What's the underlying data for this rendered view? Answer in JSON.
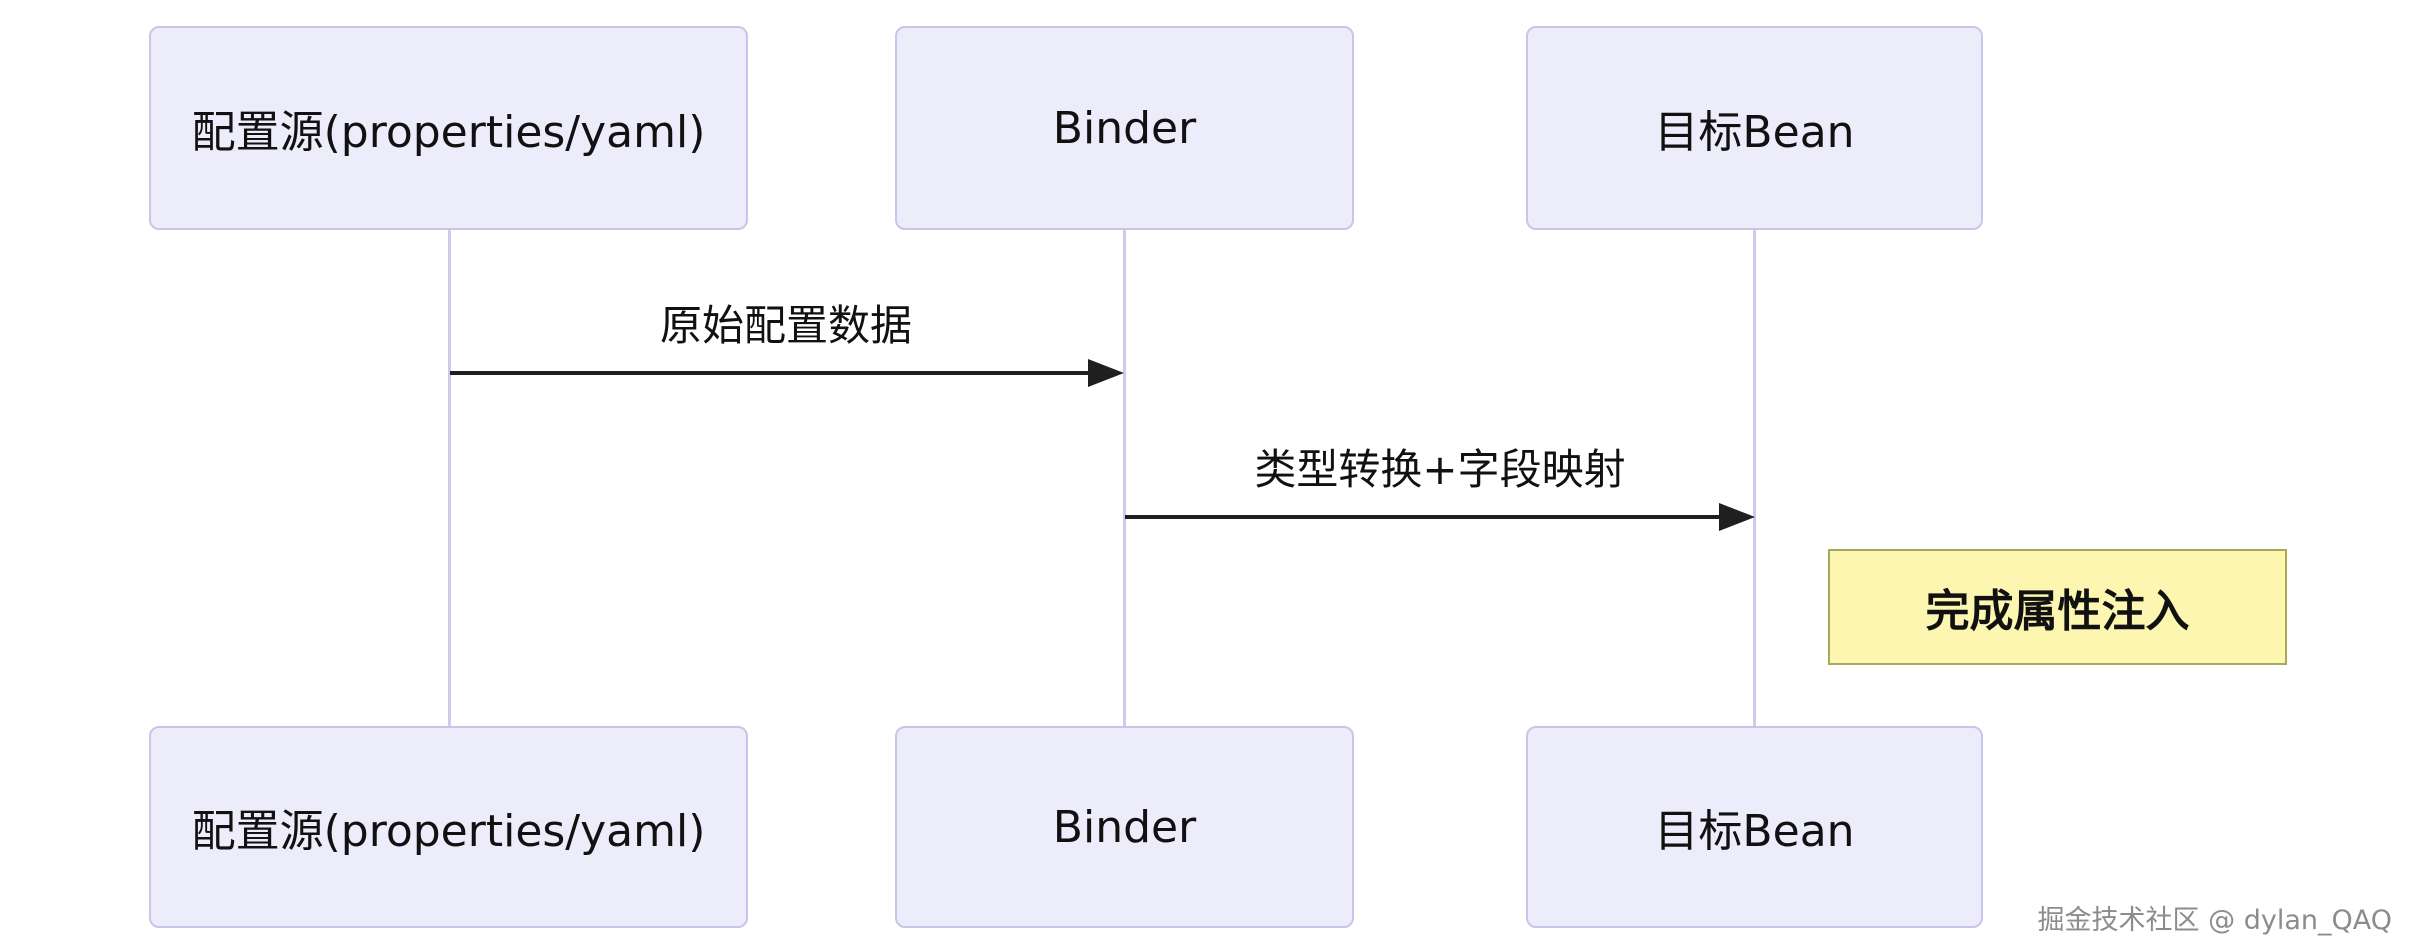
{
  "diagram": {
    "type": "sequence",
    "actors": [
      {
        "label": "配置源(properties/yaml)"
      },
      {
        "label": "Binder"
      },
      {
        "label": "目标Bean"
      }
    ],
    "messages": [
      {
        "from": "配置源(properties/yaml)",
        "to": "Binder",
        "label": "原始配置数据"
      },
      {
        "from": "Binder",
        "to": "目标Bean",
        "label": "类型转换+字段映射"
      }
    ],
    "note": {
      "target": "目标Bean",
      "label": "完成属性注入"
    }
  },
  "watermark": "掘金技术社区 @ dylan_QAQ",
  "colors": {
    "actor_fill": "#ececfb",
    "actor_border": "#c9c5e8",
    "lifeline": "#cfc9ec",
    "arrow": "#1f1f1f",
    "note_fill": "#fdf6b0",
    "note_border": "#a8a85a",
    "text": "#111111",
    "watermark": "#8c8c8c"
  }
}
